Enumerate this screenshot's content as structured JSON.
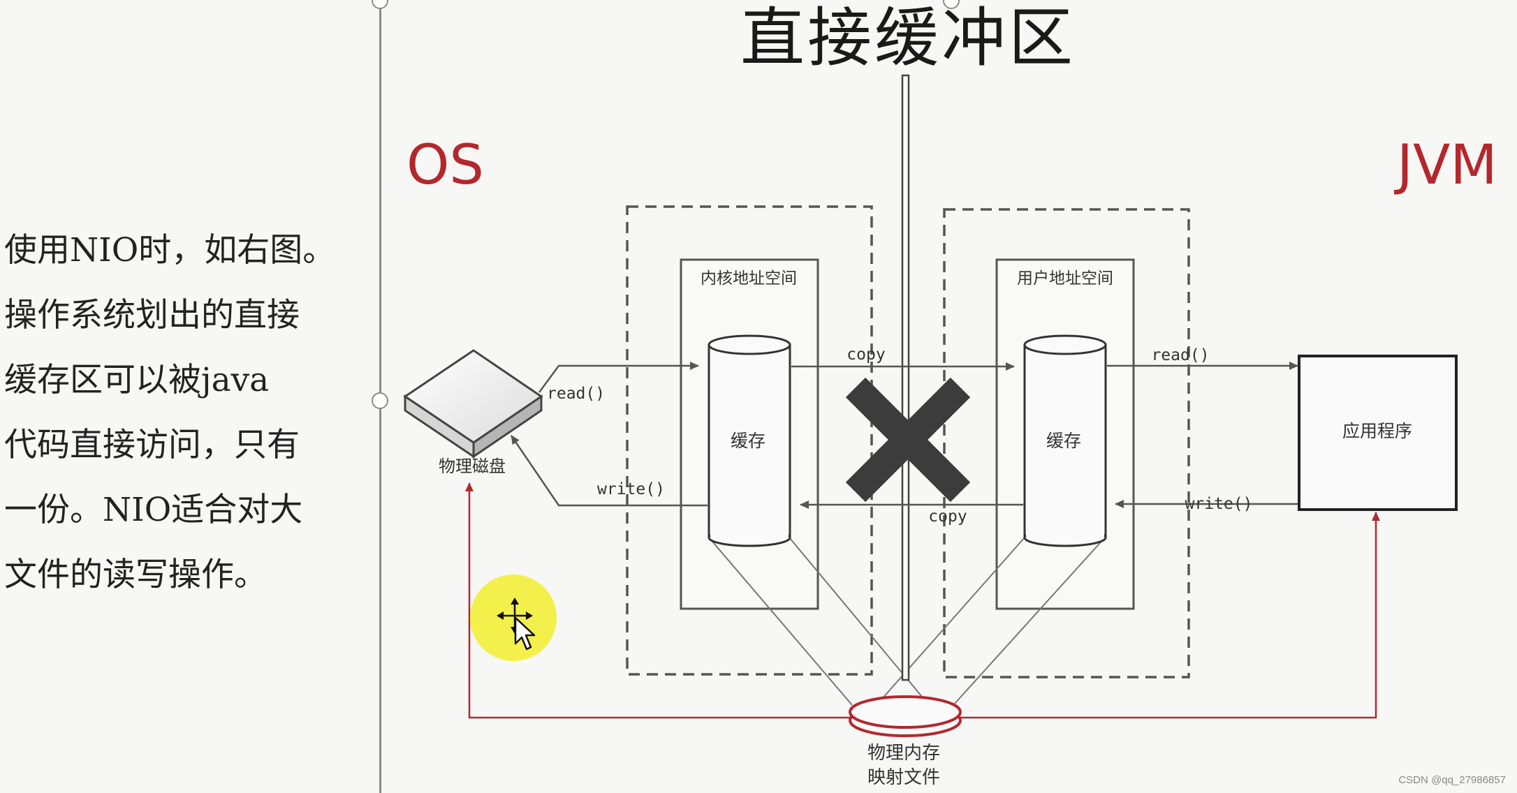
{
  "title": "直接缓冲区",
  "os_label": "OS",
  "jvm_label": "JVM",
  "description_lines": [
    "使用NIO时，如右图。",
    "操作系统划出的直接",
    "缓存区可以被java",
    "代码直接访问，只有",
    "一份。NIO适合对大",
    "文件的读写操作。"
  ],
  "diagram": {
    "kernel_space_label": "内核地址空间",
    "user_space_label": "用户地址空间",
    "kernel_buffer_label": "缓存",
    "user_buffer_label": "缓存",
    "app_label": "应用程序",
    "disk_label": "物理磁盘",
    "mapped_file_label_line1": "物理内存",
    "mapped_file_label_line2": "映射文件",
    "read_disk": "read()",
    "write_disk": "write()",
    "copy_top": "copy",
    "copy_bottom": "copy",
    "read_app": "read()",
    "write_app": "write()"
  },
  "colors": {
    "accent_red": "#b3282d",
    "highlight_yellow": "#f2ee3a",
    "line_gray": "#555555"
  },
  "watermark": "CSDN @qq_27986857"
}
